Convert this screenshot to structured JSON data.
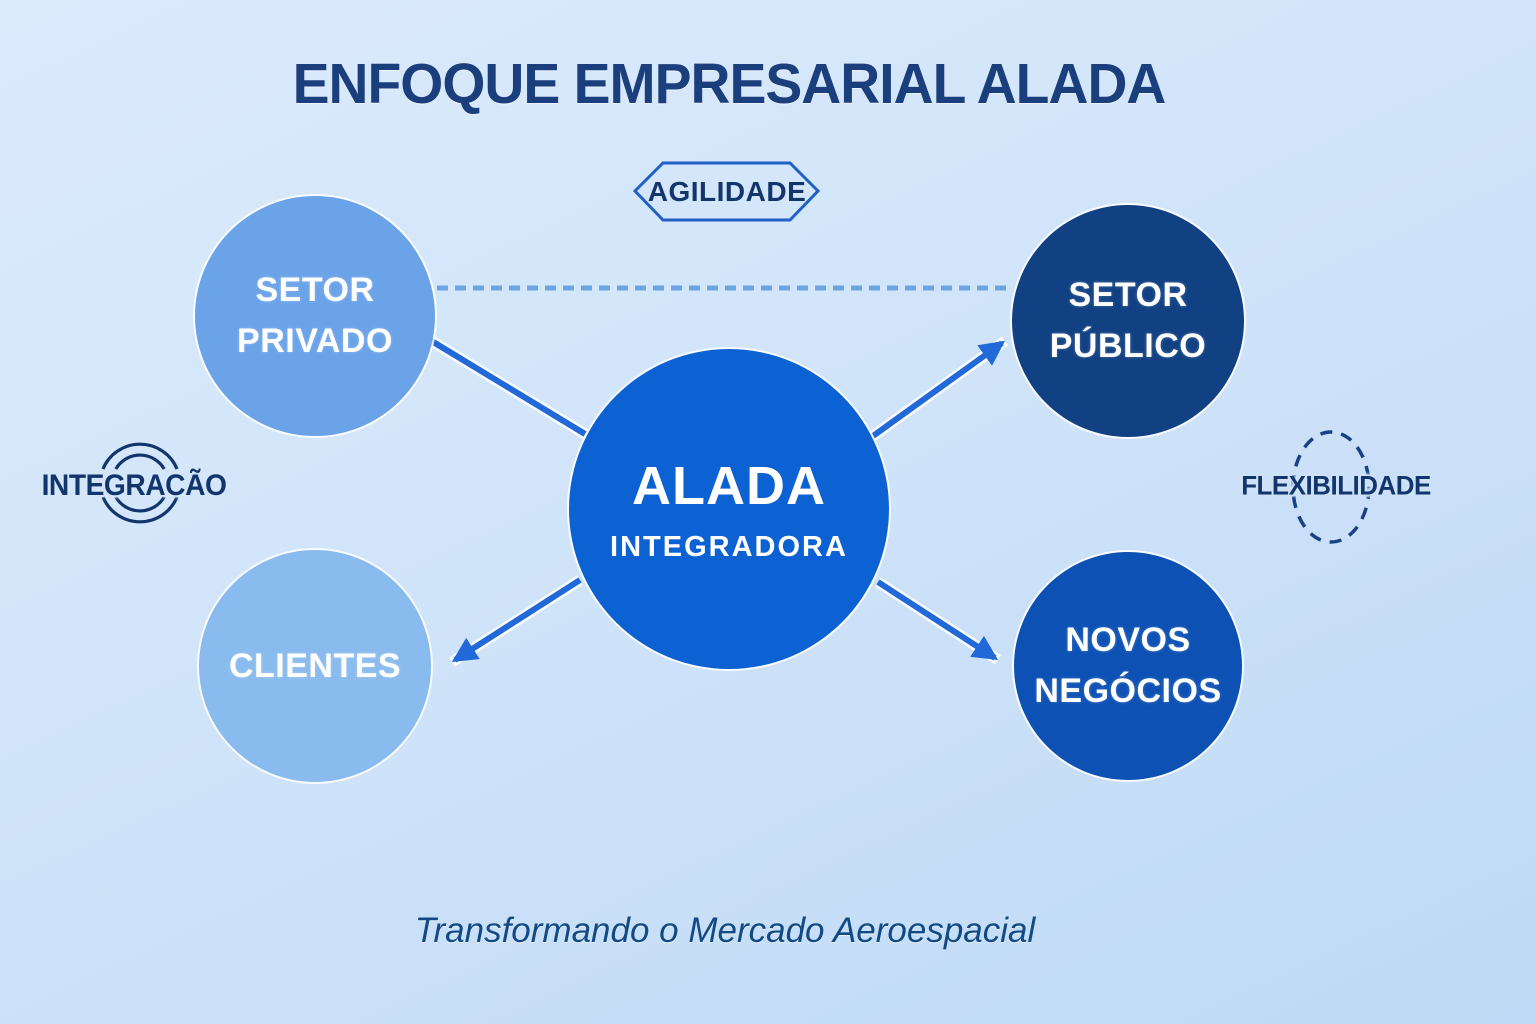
{
  "title": "ENFOQUE EMPRESARIAL ALADA",
  "diagram": {
    "center": {
      "name": "ALADA",
      "subtitle": "INTEGRADORA"
    },
    "nodes": [
      {
        "id": "setor-privado",
        "label": "SETOR\nPRIVADO"
      },
      {
        "id": "setor-publico",
        "label": "SETOR\nPÚBLICO"
      },
      {
        "id": "clientes",
        "label": "CLIENTES"
      },
      {
        "id": "novos-negocios",
        "label": "NOVOS\nNEGÓCIOS"
      }
    ],
    "badges": {
      "agility": "AGILIDADE",
      "integration": "INTEGRACÃO",
      "flexibility": "FLEXIBILIDADE"
    }
  },
  "tagline": "Transformando o Mercado Aeroespacial",
  "palette": {
    "bg_top": "#dcebfc",
    "bg_bottom": "#bed9f5",
    "title": "#1b3e7c",
    "circle_private": "#6ba3e9",
    "circle_clients": "#8abbee",
    "circle_center": "#0d62d3",
    "circle_public": "#124183",
    "circle_newbiz": "#0d51b4",
    "connector": "#2169d8",
    "dashed_connector": "#6aa5e4",
    "label_dark": "#12356b",
    "tagline": "#124a86"
  }
}
